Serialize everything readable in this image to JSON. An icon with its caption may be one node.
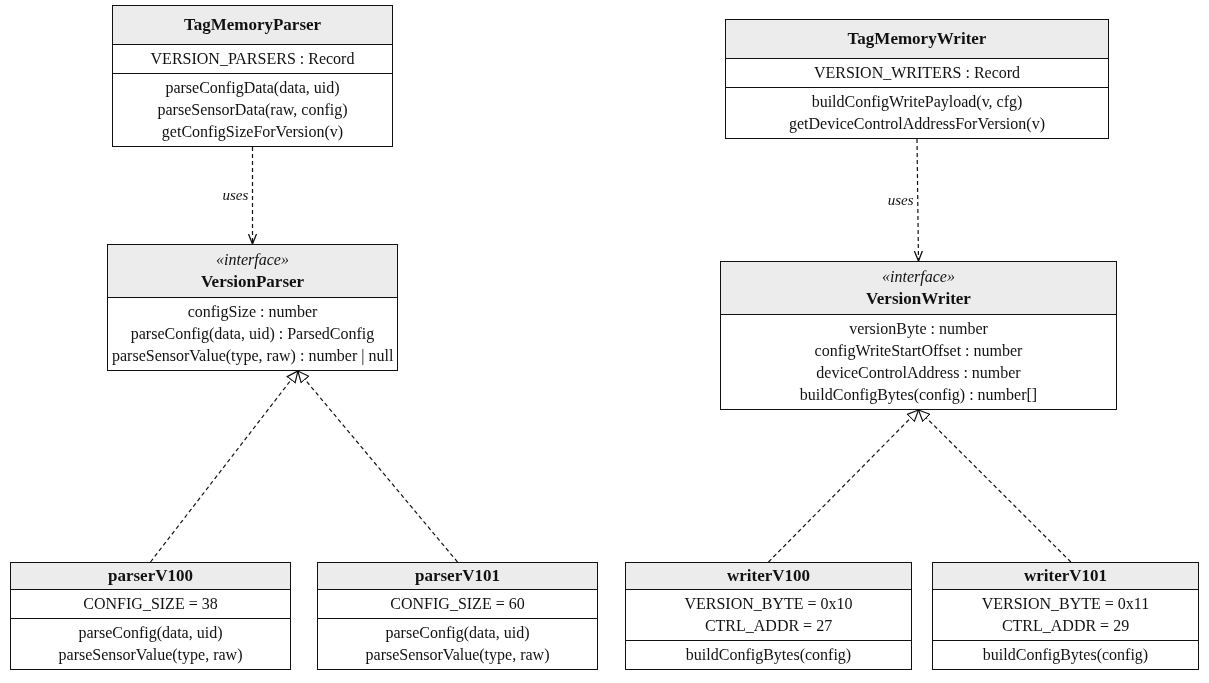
{
  "diagram": {
    "nodes": [
      {
        "text": [
          "TagMemoryParser",
          "VERSION_PARSERS : Record",
          "parseConfigData(data, uid)",
          "parseSensorData(raw, config)",
          "getConfigSizeForVersion(v)"
        ]
      },
      {
        "text": [
          "TagMemoryWriter",
          "VERSION_WRITERS : Record",
          "buildConfigWritePayload(v, cfg)",
          "getDeviceControlAddressForVersion(v)"
        ]
      },
      {
        "text": [
          "«interface»",
          "VersionParser",
          "configSize : number",
          "parseConfig(data, uid) : ParsedConfig",
          "parseSensorValue(type, raw) : number | null"
        ]
      },
      {
        "text": [
          "«interface»",
          "VersionWriter",
          "versionByte : number",
          "configWriteStartOffset : number",
          "deviceControlAddress : number",
          "buildConfigBytes(config) : number[]"
        ]
      },
      {
        "text": [
          "parserV100",
          "CONFIG_SIZE = 38",
          "parseConfig(data, uid)",
          "parseSensorValue(type, raw)"
        ]
      },
      {
        "text": [
          "parserV101",
          "CONFIG_SIZE = 60",
          "parseConfig(data, uid)",
          "parseSensorValue(type, raw)"
        ]
      },
      {
        "text": [
          "writerV100",
          "VERSION_BYTE = 0x10",
          "CTRL_ADDR = 27",
          "buildConfigBytes(config)"
        ]
      },
      {
        "text": [
          "writerV101",
          "VERSION_BYTE = 0x11",
          "CTRL_ADDR = 29",
          "buildConfigBytes(config)"
        ]
      }
    ],
    "edges": [
      {
        "from": 0,
        "to": 2,
        "arrow": "to",
        "label": "uses",
        "style": "dashed"
      },
      {
        "from": 1,
        "to": 3,
        "arrow": "to",
        "label": "uses",
        "style": "dashed"
      },
      {
        "from": 4,
        "to": 2,
        "arrow": "to",
        "style": "dashed"
      },
      {
        "from": 5,
        "to": 2,
        "arrow": "to",
        "style": "dashed"
      },
      {
        "from": 6,
        "to": 3,
        "arrow": "to",
        "style": "dashed"
      },
      {
        "from": 7,
        "to": 3,
        "arrow": "to",
        "style": "dashed"
      }
    ]
  }
}
